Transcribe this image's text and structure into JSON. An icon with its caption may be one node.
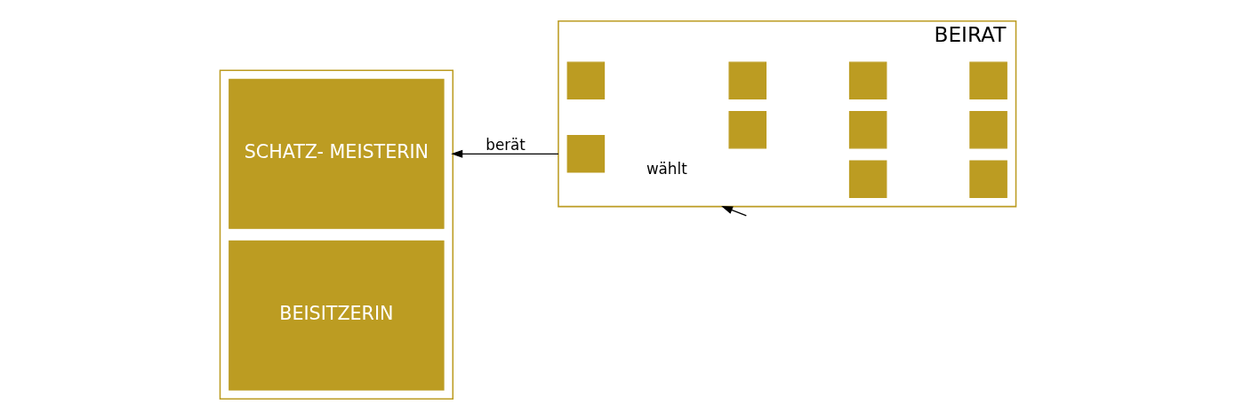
{
  "diagram": {
    "nodes": [
      {
        "text": [],
        "shape": "box"
      },
      {
        "text": [
          "SCHATZ- MEISTERIN"
        ],
        "in": 0
      },
      {
        "text": [
          "BEISITZERIN"
        ],
        "in": 0
      },
      {
        "text": [
          "BEIRAT"
        ]
      },
      {
        "text": [],
        "shape": "box",
        "in": 3
      },
      {
        "text": [],
        "shape": "box",
        "in": 3
      },
      {
        "text": [],
        "shape": "box",
        "in": 3
      },
      {
        "text": [],
        "shape": "box",
        "in": 3
      },
      {
        "text": [],
        "shape": "box",
        "in": 3
      },
      {
        "text": [],
        "shape": "box",
        "in": 3
      },
      {
        "text": [],
        "shape": "box",
        "in": 3
      },
      {
        "text": [],
        "shape": "box",
        "in": 3
      },
      {
        "text": [],
        "shape": "box",
        "in": 3
      },
      {
        "text": [],
        "shape": "box",
        "in": 3
      }
    ],
    "edges": [
      {
        "from": null,
        "to": 3,
        "label": "wählt",
        "arrow": "to"
      },
      {
        "from": 3,
        "to": 0,
        "label": "berät",
        "arrow": "to"
      }
    ]
  }
}
